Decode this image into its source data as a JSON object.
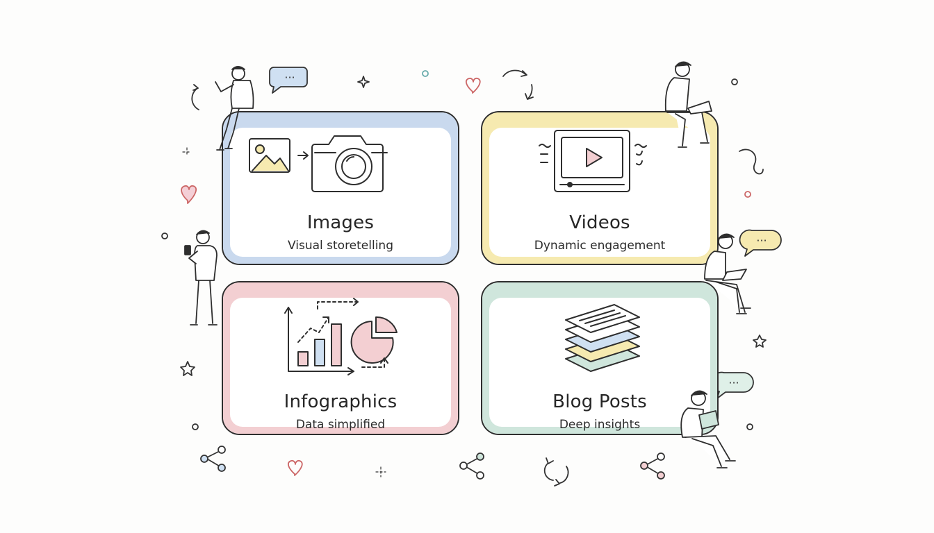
{
  "cards": [
    {
      "title": "Images",
      "subtitle": "Visual storetelling",
      "accent": "#c9d9ee",
      "icon": "camera-icon"
    },
    {
      "title": "Videos",
      "subtitle": "Dynamic engagement",
      "accent": "#f6eab0",
      "icon": "video-player-icon"
    },
    {
      "title": "Infographics",
      "subtitle": "Data simplified",
      "accent": "#f3cfd2",
      "icon": "chart-icon"
    },
    {
      "title": "Blog Posts",
      "subtitle": "Deep insights",
      "accent": "#cfe6dc",
      "icon": "stacked-pages-icon"
    }
  ],
  "speech_bubble_text": "···"
}
